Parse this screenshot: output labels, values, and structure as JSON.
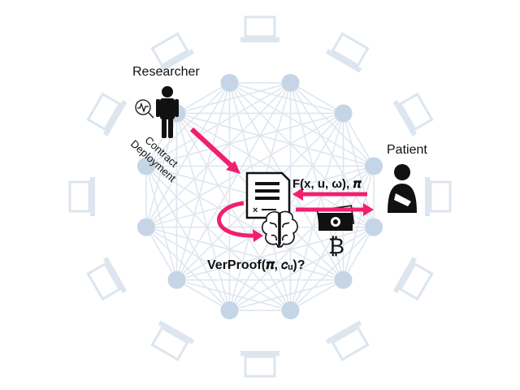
{
  "labels": {
    "researcher": "Researcher",
    "patient": "Patient",
    "contract_line1": "Contract",
    "contract_line2": "Deployment",
    "function_call": "F(x, u, ω), 𝝅",
    "verproof": "VerProof(𝝅, 𝑐ᵤ)?"
  },
  "colors": {
    "arrow": "#f0206f",
    "network_line": "#dfe6ee",
    "node": "#c5d5e6",
    "laptop": "#dde5ee",
    "icon": "#111111"
  },
  "icons": [
    "researcher-person-icon",
    "monitor-chart-icon",
    "contract-document-icon",
    "brain-icon",
    "patient-person-icon",
    "cash-icon",
    "bitcoin-icon"
  ]
}
